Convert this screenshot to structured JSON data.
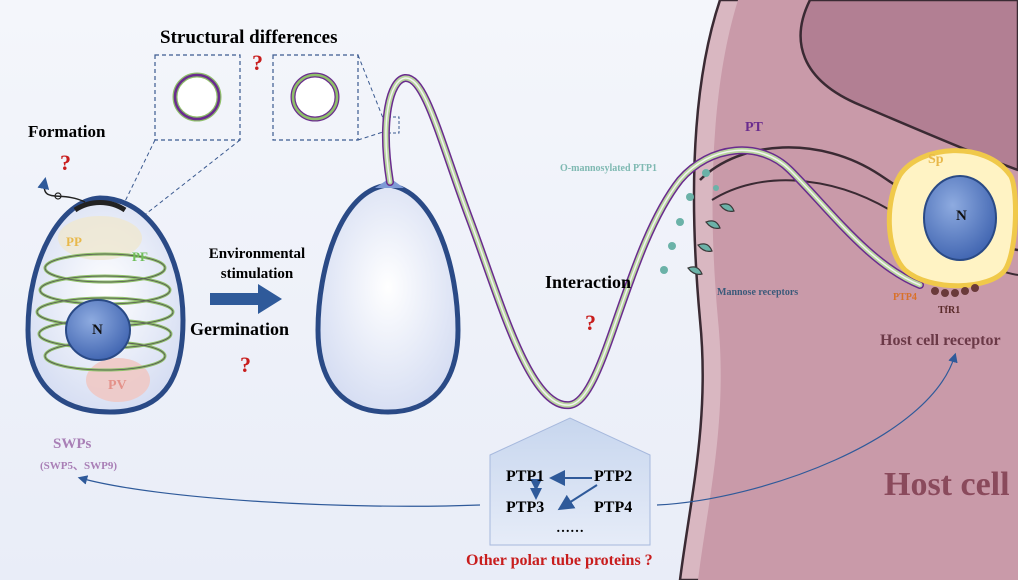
{
  "labels": {
    "structural_differences": "Structural differences",
    "formation": "Formation",
    "pp": "PP",
    "pf": "PF",
    "nucleus": "N",
    "pv": "PV",
    "swps": "SWPs",
    "swps_detail": "(SWP5、SWP9)",
    "environmental_stimulation": "Environmental stimulation",
    "germination": "Germination",
    "pt": "PT",
    "o_mannosylated": "O-mannosylated PTP1",
    "interaction": "Interaction",
    "mannose_receptors": "Mannose receptors",
    "sp": "Sp",
    "ptp4_host": "PTP4",
    "tfr1": "TfR1",
    "host_cell_receptor": "Host cell receptor",
    "host_cell": "Host cell",
    "other_polar_tube_proteins": "Other polar tube proteins ?",
    "question_mark": "?"
  },
  "ptp_box": {
    "ptp1": "PTP1",
    "ptp2": "PTP2",
    "ptp3": "PTP3",
    "ptp4": "PTP4",
    "ellipsis": "……"
  },
  "colors": {
    "question": "#c81d1d",
    "spore_wall": "#2a4a86",
    "nucleus": "#5c82c9",
    "polar_tube_outer": "#6a2c8e",
    "polar_tube_inner": "#8fbf6a",
    "host_cell": "#c79aa7",
    "arrow": "#2f5a9a"
  }
}
